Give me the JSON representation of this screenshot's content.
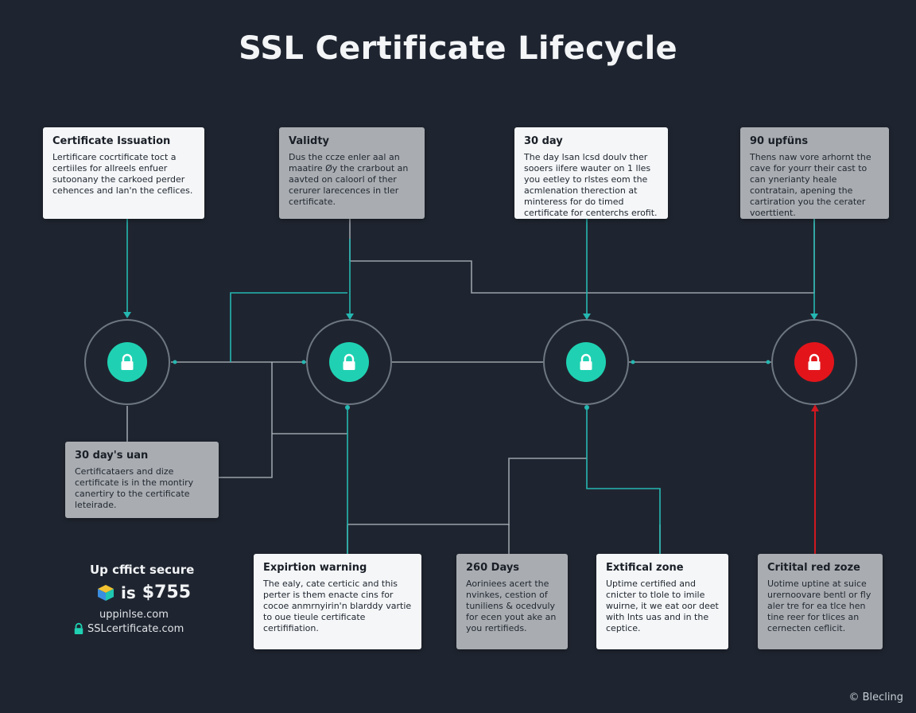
{
  "title": "SSL Certificate Lifecycle",
  "colors": {
    "background": "#1f2530",
    "teal": "#1fd1b2",
    "red": "#e3151b",
    "connector_teal": "#25b7b1",
    "connector_gray": "#b9c0c8",
    "connector_red": "#d01820"
  },
  "nodes": [
    {
      "icon": "lock-icon",
      "status": "secure"
    },
    {
      "icon": "lock-icon",
      "status": "secure"
    },
    {
      "icon": "lock-icon",
      "status": "secure"
    },
    {
      "icon": "lock-icon",
      "status": "critical"
    }
  ],
  "top_cards": [
    {
      "heading": "Certificate Issuation",
      "body": "Lertificare cocrtificate toct a certiiles for allreels enfuer sutoonany the carkoed perder cehences and lan'n the ceflices."
    },
    {
      "heading": "Validty",
      "body": "Dus the ccze enler aal an maatire Øy the crarbout an aavted on caloorl of ther cerurer larecences in tler certificate."
    },
    {
      "heading": "30 day",
      "body": "The day lsan lcsd doulv ther sooers iifere wauter on 1 lles you eetley to rlstes eom the acmlenation therection at minteress for do timed certificate for centerchs erofit."
    },
    {
      "heading": "90 upfüns",
      "body": "Thens naw vore arhornt the cave for yourr their cast to can ynerianty heale contratain, apening the cartiration you the cerater voerttient."
    }
  ],
  "mid_card": {
    "heading": "30 day's uan",
    "body": "Certificataers and dize certificate is in the montiry canertiry to the certificate leteirade."
  },
  "bottom_cards": [
    {
      "heading": "Expirtion warning",
      "body": "The ealy, cate certicic and this perter is them enacte cins for cocoe anmrnyirin'n blarddy vartie to oue tieule certificate certififiation."
    },
    {
      "heading": "260 Days",
      "body": "Aoriniees acert the nvinkes, cestion of tuniliens & ocedvuly for ecen yout ake an you rertifieds."
    },
    {
      "heading": "Extifical zone",
      "body": "Uptime certified and cnicter to tlole to imile wuirne, it we eat oor deet with lnts uas and in the ceptice."
    },
    {
      "heading": "Critital red zoze",
      "body": "Uotime uptine at suice urernoovare bentl or fly aler tre for ea tlce hen tine reer for tlices an cernecten ceflicit."
    }
  ],
  "brand": {
    "tagline": "Up cffict secure",
    "price_prefix": "is",
    "price": "$755",
    "url1": "uppinlse.com",
    "url2": "SSLcertificate.com",
    "icon_cube": "cube-icon",
    "icon_lock": "lock-icon"
  },
  "footer": "© Blecling"
}
